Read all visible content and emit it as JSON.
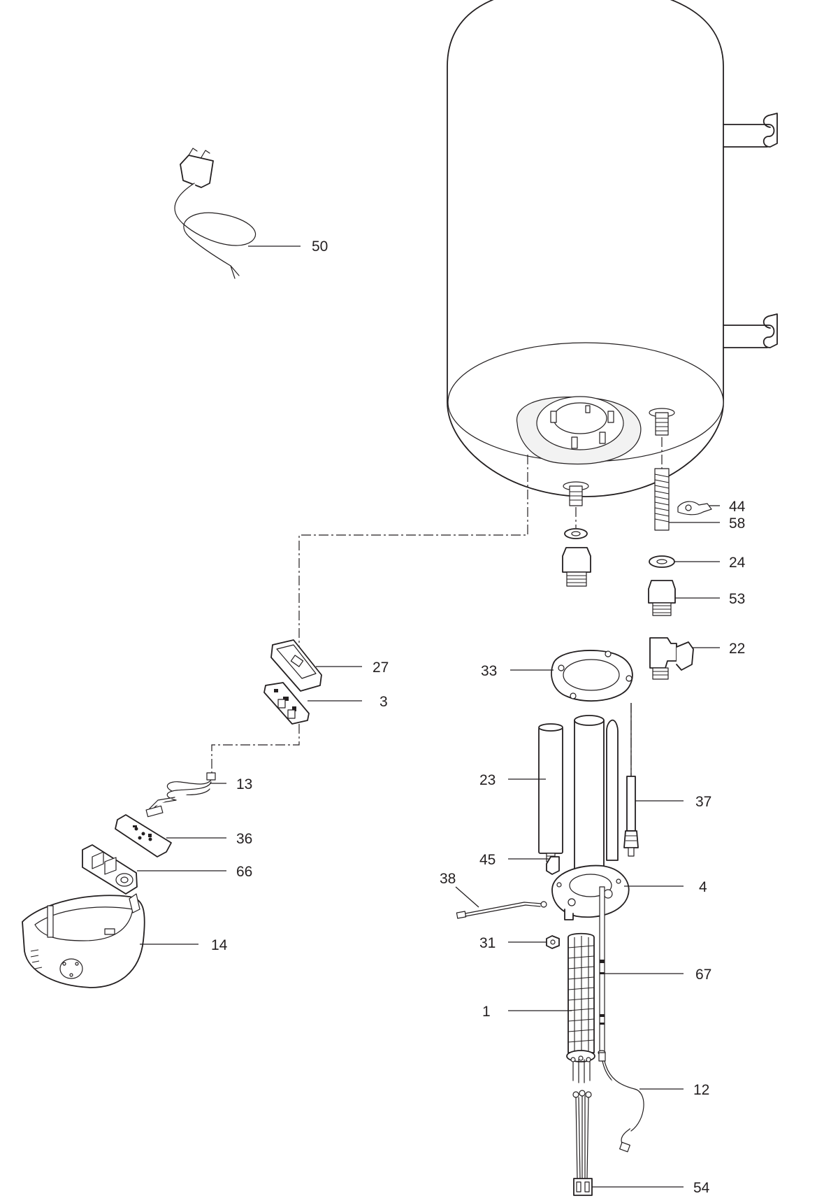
{
  "callouts": {
    "p50": "50",
    "p44": "44",
    "p58": "58",
    "p24": "24",
    "p53": "53",
    "p22": "22",
    "p27": "27",
    "p33": "33",
    "p3": "3",
    "p13": "13",
    "p23": "23",
    "p37": "37",
    "p36": "36",
    "p66": "66",
    "p45": "45",
    "p4": "4",
    "p38": "38",
    "p14": "14",
    "p31": "31",
    "p67": "67",
    "p1": "1",
    "p12": "12",
    "p54": "54"
  }
}
